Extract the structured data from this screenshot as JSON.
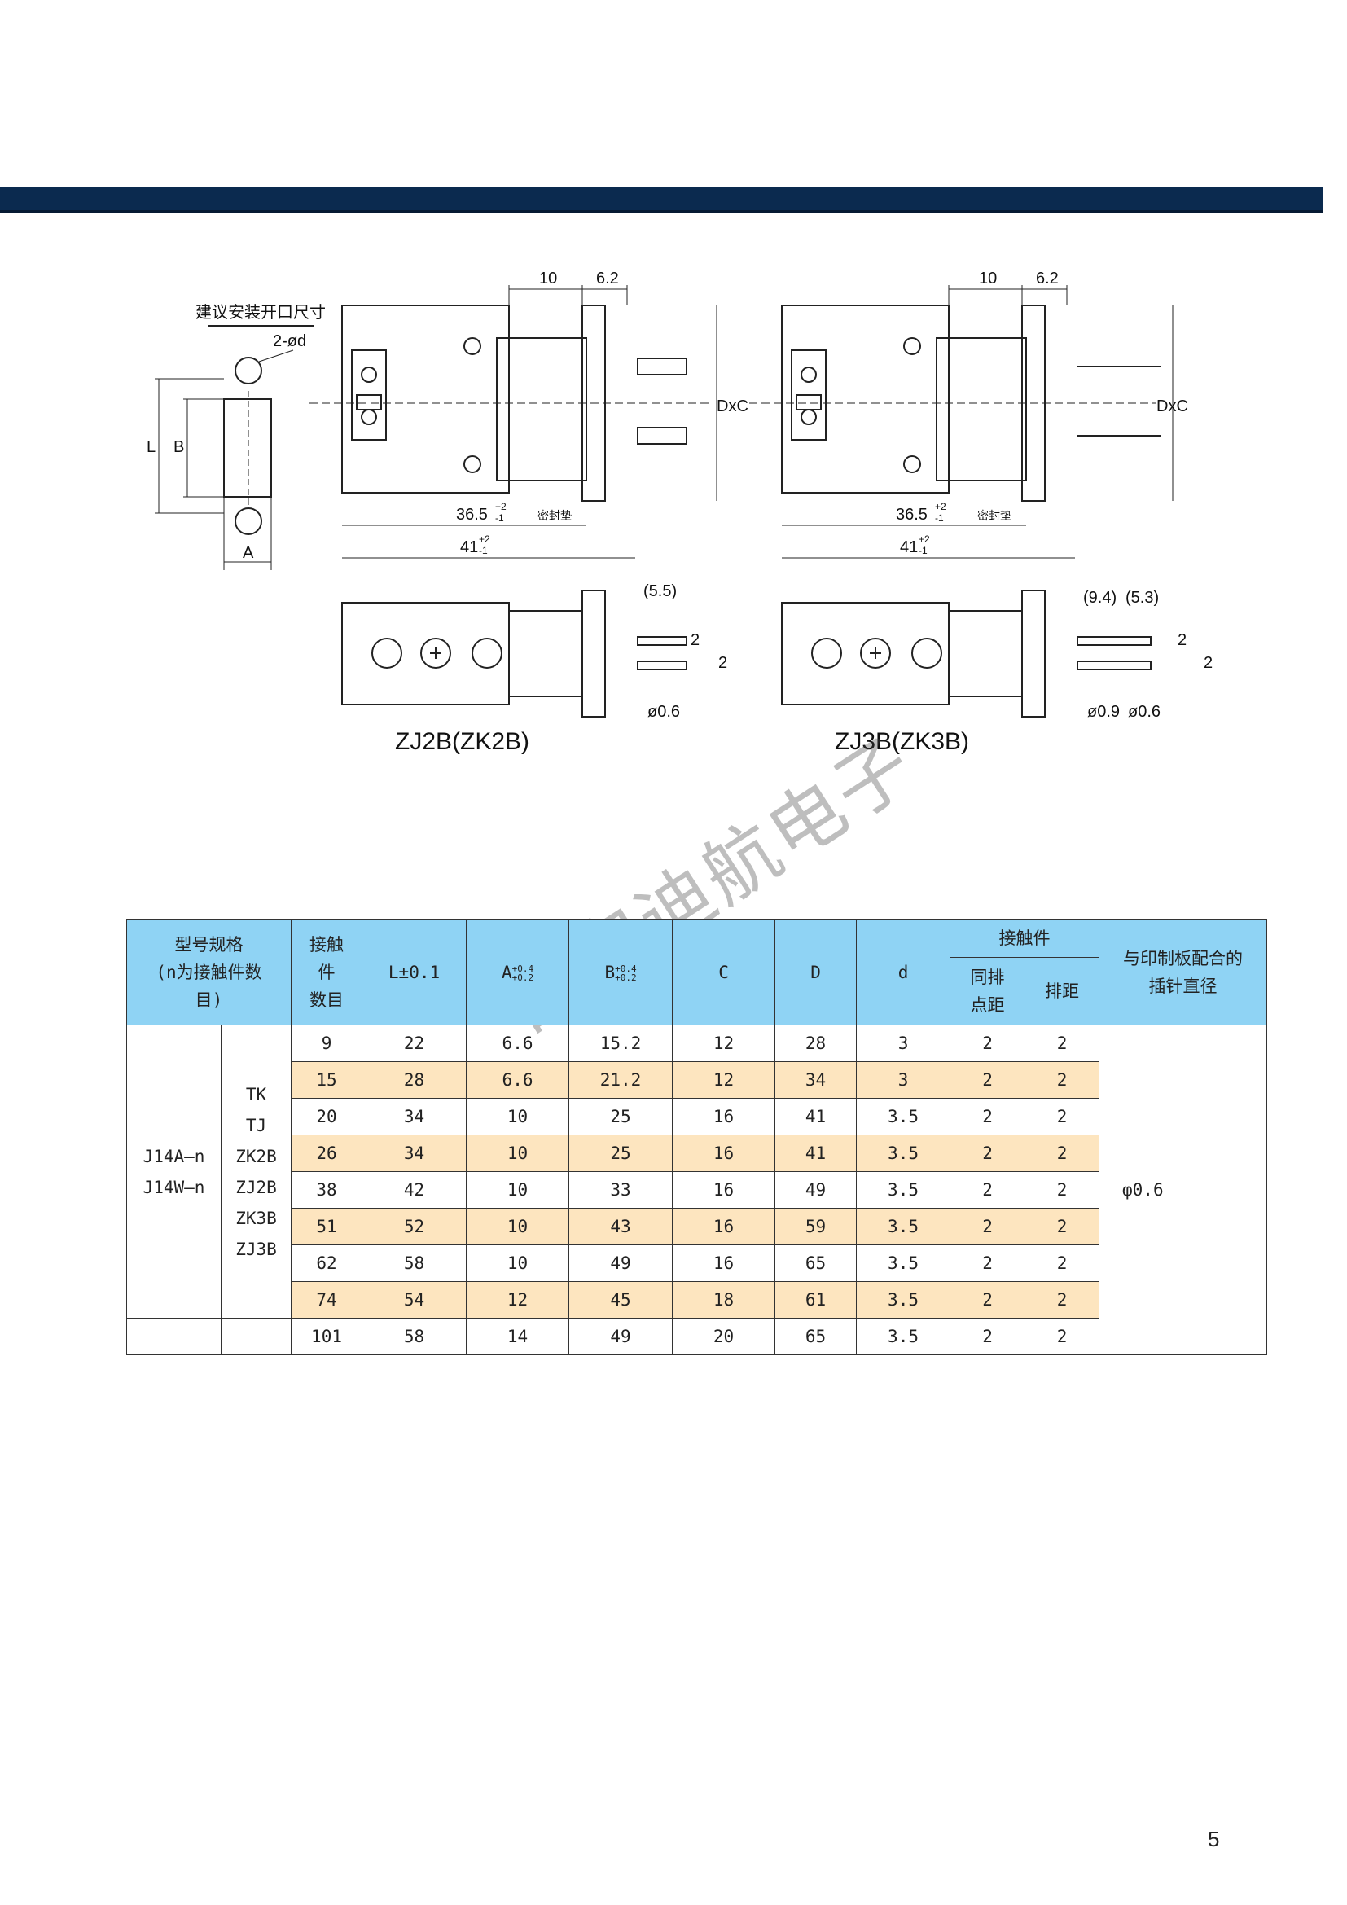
{
  "header_band_color": "#0b2a4f",
  "drawing": {
    "cutout_title": "建议安装开口尺寸",
    "hole_label": "2-ød",
    "dim_L": "L",
    "dim_B": "B",
    "dim_A": "A",
    "dim_10": "10",
    "dim_6_2": "6.2",
    "dim_DxC": "DxC",
    "dim_36_5": "36.5",
    "dim_36_5_tol_up": "+2",
    "dim_36_5_tol_lo": "-1",
    "dim_41": "41",
    "dim_41_tol_up": "+2",
    "dim_41_tol_lo": "-1",
    "seal_label": "密封垫",
    "dim_5_5": "(5.5)",
    "dim_9_4": "(9.4)",
    "dim_5_3": "(5.3)",
    "dim_2": "2",
    "dim_phi06": "ø0.6",
    "dim_phi09": "ø0.9",
    "caption_left": "ZJ2B(ZK2B)",
    "caption_right": "ZJ3B(ZK3B)"
  },
  "watermark": "西安迪航电子",
  "table": {
    "headers": {
      "model_line1": "型号规格",
      "model_line2": "(n为接触件数",
      "model_line3": "目)",
      "count_line1": "接触",
      "count_line2": "件",
      "count_line3": "数目",
      "L": "L±0.1",
      "A": "A",
      "A_tol_up": "+0.4",
      "A_tol_lo": "+0.2",
      "B": "B",
      "B_tol_up": "+0.4",
      "B_tol_lo": "+0.2",
      "C": "C",
      "D": "D",
      "d": "d",
      "contact_group": "接触件",
      "same_row_line1": "同排",
      "same_row_line2": "点距",
      "row_spacing": "排距",
      "pin_line1": "与印制板配合的",
      "pin_line2": "插针直径"
    },
    "series_line1": "J14A—n",
    "series_line2": "J14W—n",
    "types": [
      "TK",
      "TJ",
      "ZK2B",
      "ZJ2B",
      "ZK3B",
      "ZJ3B"
    ],
    "pin_diameter": "φ0.6",
    "rows": [
      [
        "9",
        "22",
        "6.6",
        "15.2",
        "12",
        "28",
        "3",
        "2",
        "2"
      ],
      [
        "15",
        "28",
        "6.6",
        "21.2",
        "12",
        "34",
        "3",
        "2",
        "2"
      ],
      [
        "20",
        "34",
        "10",
        "25",
        "16",
        "41",
        "3.5",
        "2",
        "2"
      ],
      [
        "26",
        "34",
        "10",
        "25",
        "16",
        "41",
        "3.5",
        "2",
        "2"
      ],
      [
        "38",
        "42",
        "10",
        "33",
        "16",
        "49",
        "3.5",
        "2",
        "2"
      ],
      [
        "51",
        "52",
        "10",
        "43",
        "16",
        "59",
        "3.5",
        "2",
        "2"
      ],
      [
        "62",
        "58",
        "10",
        "49",
        "16",
        "65",
        "3.5",
        "2",
        "2"
      ],
      [
        "74",
        "54",
        "12",
        "45",
        "18",
        "61",
        "3.5",
        "2",
        "2"
      ],
      [
        "101",
        "58",
        "14",
        "49",
        "20",
        "65",
        "3.5",
        "2",
        "2"
      ]
    ]
  },
  "page_number": "5"
}
